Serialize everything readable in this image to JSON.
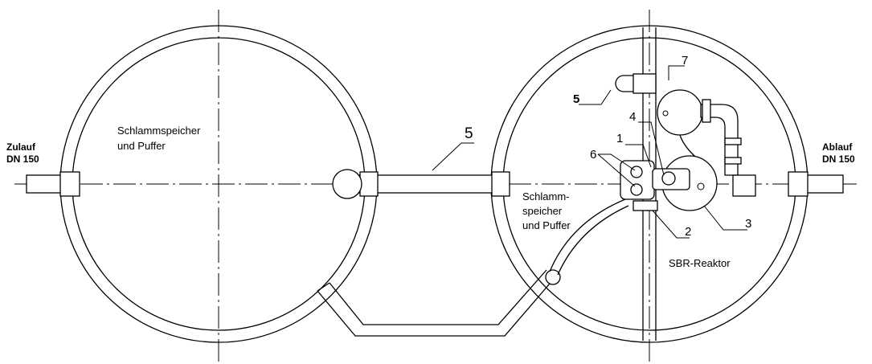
{
  "inlet": {
    "label": "Zulauf",
    "size": "DN 150"
  },
  "outlet": {
    "label": "Ablauf",
    "size": "DN 150"
  },
  "left_tank": {
    "line1": "Schlammspeicher",
    "line2": "und Puffer"
  },
  "right_tank": {
    "sludge_line1": "Schlamm-",
    "sludge_line2": "speicher",
    "sludge_line3": "und Puffer",
    "reactor": "SBR-Reaktor"
  },
  "callouts": {
    "pipe_center": "5",
    "pipe_top": "5",
    "n1": "1",
    "n2": "2",
    "n3": "3",
    "n4": "4",
    "n6": "6",
    "n7": "7"
  }
}
